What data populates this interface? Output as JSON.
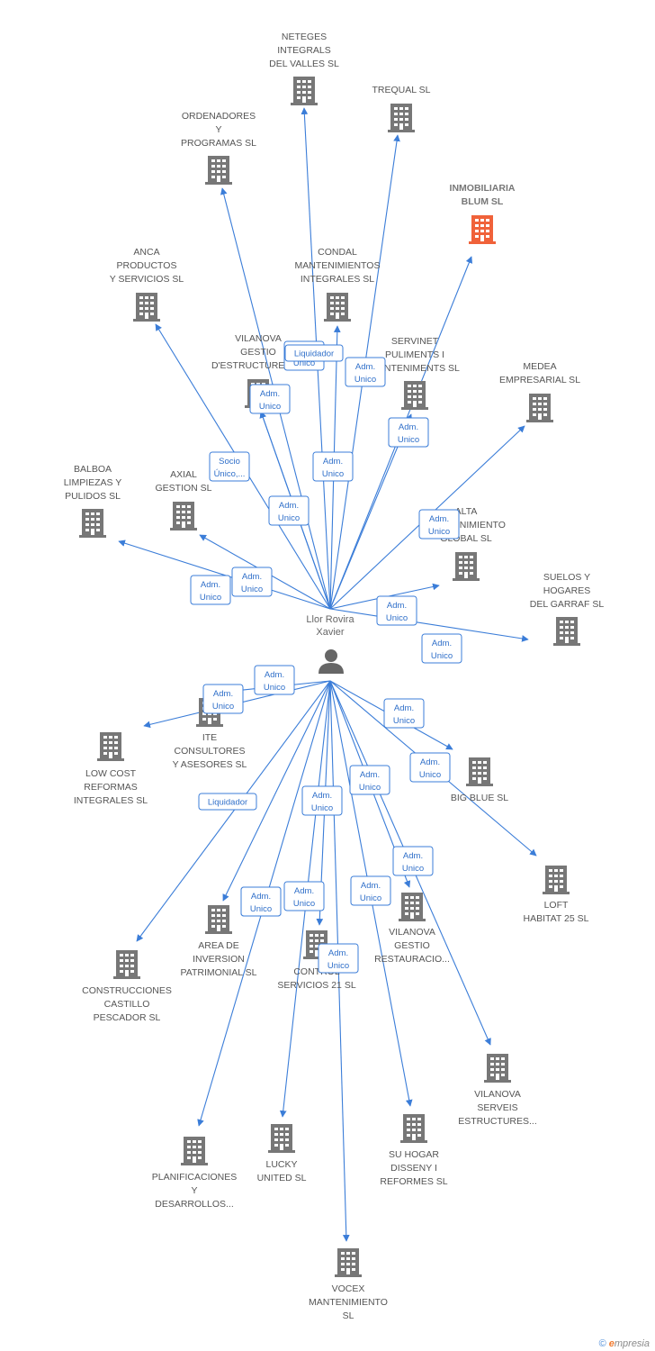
{
  "colors": {
    "edge": "#3b7dd8",
    "building": "#777777",
    "building_highlight": "#f0623a",
    "person": "#666666",
    "label": "#555555"
  },
  "person": {
    "name_line1": "Llor Rovira",
    "name_line2": "Xavier",
    "icon": "person-icon"
  },
  "companies": [
    {
      "id": "neteges",
      "lines": [
        "NETEGES",
        "INTEGRALS",
        "DEL VALLES SL"
      ],
      "highlight": false
    },
    {
      "id": "trequal",
      "lines": [
        "TREQUAL SL"
      ],
      "highlight": false
    },
    {
      "id": "ordenadores",
      "lines": [
        "ORDENADORES",
        "Y",
        "PROGRAMAS SL"
      ],
      "highlight": false
    },
    {
      "id": "inmobiliaria",
      "lines": [
        "INMOBILIARIA",
        "BLUM SL"
      ],
      "highlight": true
    },
    {
      "id": "anca",
      "lines": [
        "ANCA",
        "PRODUCTOS",
        "Y SERVICIOS SL"
      ],
      "highlight": false
    },
    {
      "id": "condal",
      "lines": [
        "CONDAL",
        "MANTENIMIENTOS",
        "INTEGRALES SL"
      ],
      "highlight": false
    },
    {
      "id": "vilanova_gestio",
      "lines": [
        "VILANOVA",
        "GESTIO",
        "D'ESTRUCTURES SL"
      ],
      "highlight": false
    },
    {
      "id": "servinet",
      "lines": [
        "SERVINET",
        "PULIMENTS I",
        "MANTENIMENTS SL"
      ],
      "highlight": false
    },
    {
      "id": "medea",
      "lines": [
        "MEDEA",
        "EMPRESARIAL SL"
      ],
      "highlight": false
    },
    {
      "id": "balboa",
      "lines": [
        "BALBOA",
        "LIMPIEZAS Y",
        "PULIDOS SL"
      ],
      "highlight": false
    },
    {
      "id": "axial",
      "lines": [
        "AXIAL",
        "GESTION SL"
      ],
      "highlight": false
    },
    {
      "id": "alta",
      "lines": [
        "ALTA",
        "MANTENIMIENTO",
        "GLOBAL SL"
      ],
      "highlight": false
    },
    {
      "id": "suelos",
      "lines": [
        "SUELOS Y",
        "HOGARES",
        "DEL GARRAF SL"
      ],
      "highlight": false
    },
    {
      "id": "ite",
      "lines": [
        "ITE",
        "CONSULTORES",
        "Y ASESORES SL"
      ],
      "highlight": false
    },
    {
      "id": "lowcost",
      "lines": [
        "LOW COST",
        "REFORMAS",
        "INTEGRALES SL"
      ],
      "highlight": false
    },
    {
      "id": "bigblue",
      "lines": [
        "BIG BLUE SL"
      ],
      "highlight": false
    },
    {
      "id": "loft",
      "lines": [
        "LOFT",
        "HABITAT 25 SL"
      ],
      "highlight": false
    },
    {
      "id": "area",
      "lines": [
        "AREA DE",
        "INVERSION",
        "PATRIMONIAL SL"
      ],
      "highlight": false
    },
    {
      "id": "control",
      "lines": [
        "CONTROL",
        "SERVICIOS 21 SL"
      ],
      "highlight": false
    },
    {
      "id": "vilanova_rest",
      "lines": [
        "VILANOVA",
        "GESTIO",
        "RESTAURACIO..."
      ],
      "highlight": false
    },
    {
      "id": "construcciones",
      "lines": [
        "CONSTRUCCIONES",
        "CASTILLO",
        "PESCADOR SL"
      ],
      "highlight": false
    },
    {
      "id": "vilanova_serv",
      "lines": [
        "VILANOVA",
        "SERVEIS",
        "ESTRUCTURES..."
      ],
      "highlight": false
    },
    {
      "id": "planificaciones",
      "lines": [
        "PLANIFICACIONES",
        "Y",
        "DESARROLLOS..."
      ],
      "highlight": false
    },
    {
      "id": "lucky",
      "lines": [
        "LUCKY",
        "UNITED SL"
      ],
      "highlight": false
    },
    {
      "id": "suhogar",
      "lines": [
        "SU HOGAR",
        "DISSENY I",
        "REFORMES SL"
      ],
      "highlight": false
    },
    {
      "id": "vocex",
      "lines": [
        "VOCEX",
        "MANTENIMIENTO",
        "SL"
      ],
      "highlight": false
    }
  ],
  "edges": [
    {
      "to": "neteges",
      "label": [
        "Adm.",
        "Unico"
      ]
    },
    {
      "to": "trequal",
      "label": [
        "Adm.",
        "Unico"
      ]
    },
    {
      "to": "ordenadores",
      "label": [
        "Liquidador"
      ]
    },
    {
      "to": "inmobiliaria",
      "label": [
        "Adm.",
        "Unico"
      ]
    },
    {
      "to": "anca",
      "label": [
        "Socio",
        "Único,..."
      ]
    },
    {
      "to": "condal",
      "label": [
        "Adm.",
        "Unico"
      ]
    },
    {
      "to": "vilanova_gestio",
      "label": [
        "Adm.",
        "Unico"
      ]
    },
    {
      "to": "servinet",
      "label": [
        "Adm.",
        "Unico"
      ]
    },
    {
      "to": "medea",
      "label": [
        "Adm.",
        "Unico"
      ]
    },
    {
      "to": "balboa",
      "label": [
        "Adm.",
        "Unico"
      ]
    },
    {
      "to": "axial",
      "label": [
        "Adm.",
        "Unico"
      ]
    },
    {
      "to": "alta",
      "label": [
        "Adm.",
        "Unico"
      ]
    },
    {
      "to": "suelos",
      "label": [
        "Adm.",
        "Unico"
      ]
    },
    {
      "to": "ite",
      "label": [
        "Adm.",
        "Unico"
      ]
    },
    {
      "to": "lowcost",
      "label": [
        "Adm.",
        "Unico"
      ]
    },
    {
      "to": "bigblue",
      "label": [
        "Adm.",
        "Unico"
      ]
    },
    {
      "to": "loft",
      "label": [
        "Adm.",
        "Unico"
      ]
    },
    {
      "to": "area",
      "label": [
        "Adm.",
        "Unico"
      ]
    },
    {
      "to": "control",
      "label": [
        "Adm.",
        "Unico"
      ]
    },
    {
      "to": "vilanova_rest",
      "label": [
        "Adm.",
        "Unico"
      ]
    },
    {
      "to": "construcciones",
      "label": [
        "Liquidador"
      ]
    },
    {
      "to": "vilanova_serv",
      "label": [
        "Adm.",
        "Unico"
      ]
    },
    {
      "to": "planificaciones",
      "label": [
        "Adm.",
        "Unico"
      ]
    },
    {
      "to": "lucky",
      "label": [
        "Adm.",
        "Unico"
      ]
    },
    {
      "to": "suhogar",
      "label": [
        "Adm.",
        "Unico"
      ]
    },
    {
      "to": "vocex",
      "label": [
        "Adm.",
        "Unico"
      ]
    },
    {
      "to": "vilanova_gestio",
      "label": [
        "Adm.",
        "Unico"
      ]
    }
  ],
  "footer": {
    "copyright": "©",
    "brand_e": "e",
    "brand_rest": "mpresia"
  }
}
